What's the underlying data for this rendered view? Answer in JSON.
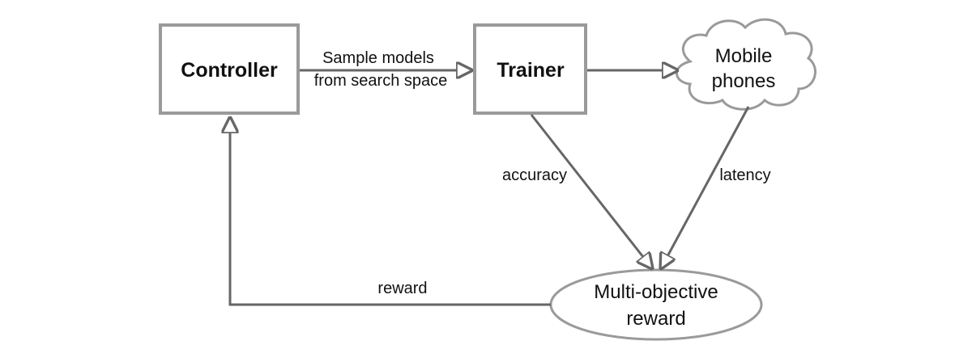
{
  "nodes": {
    "controller": {
      "label": "Controller"
    },
    "trainer": {
      "label": "Trainer"
    },
    "mobile_phones": {
      "line1": "Mobile",
      "line2": "phones"
    },
    "reward": {
      "line1": "Multi-objective",
      "line2": "reward"
    }
  },
  "edges": {
    "controller_to_trainer": {
      "line1": "Sample models",
      "line2": "from search space"
    },
    "trainer_to_reward": {
      "label": "accuracy"
    },
    "phones_to_reward": {
      "label": "latency"
    },
    "reward_to_controller": {
      "label": "reward"
    }
  },
  "colors": {
    "box_border": "#9a9a9a",
    "arrow": "#666666",
    "text": "#111111"
  }
}
